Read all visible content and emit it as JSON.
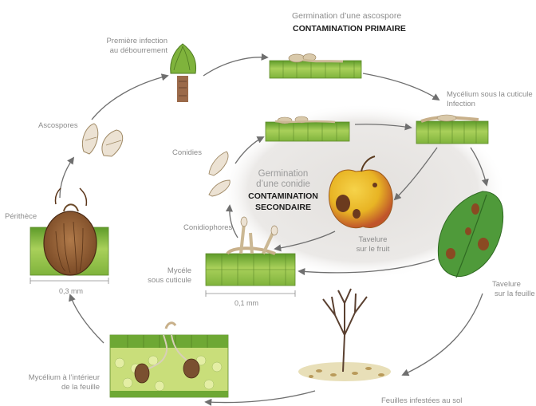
{
  "primary": {
    "title": "Germination d’une ascospore",
    "subtitle": "CONTAMINATION PRIMAIRE"
  },
  "secondary": {
    "title_line1": "Germination",
    "title_line2": "d’une conidie",
    "subtitle_line1": "CONTAMINATION",
    "subtitle_line2": "SECONDAIRE"
  },
  "labels": {
    "premiere_infection_1": "Première infection",
    "premiere_infection_2": "au débourrement",
    "ascospores": "Ascospores",
    "perithece": "Périthèce",
    "scale_perithece": "0,3 mm",
    "mycelium_interieur_1": "Mycélium à l’intérieur",
    "mycelium_interieur_2": "de la feuille",
    "feuilles_sol": "Feuilles infestées au sol",
    "tavelure_feuille_1": "Tavelure",
    "tavelure_feuille_2": "sur la feuille",
    "mycelium_cuticule_1": "Mycélium sous la cuticule",
    "mycelium_cuticule_2": "Infection",
    "conidies": "Conidies",
    "conidiophores": "Conidiophores",
    "mycele_1": "Mycéle",
    "mycele_2": "sous cuticule",
    "scale_mycele": "0,1 mm",
    "tavelure_fruit_1": "Tavelure",
    "tavelure_fruit_2": "sur le fruit"
  },
  "colors": {
    "arrow": "#6f6f6f",
    "leaf_green": "#7fb33c",
    "tissue_green": "#b6d66a",
    "fungus_tan": "#c8b08a",
    "apple_yellow": "#e8b424",
    "apple_red": "#c0392b",
    "scab_brown": "#6b3a1e",
    "halo_gray": "#e6e3e0"
  }
}
